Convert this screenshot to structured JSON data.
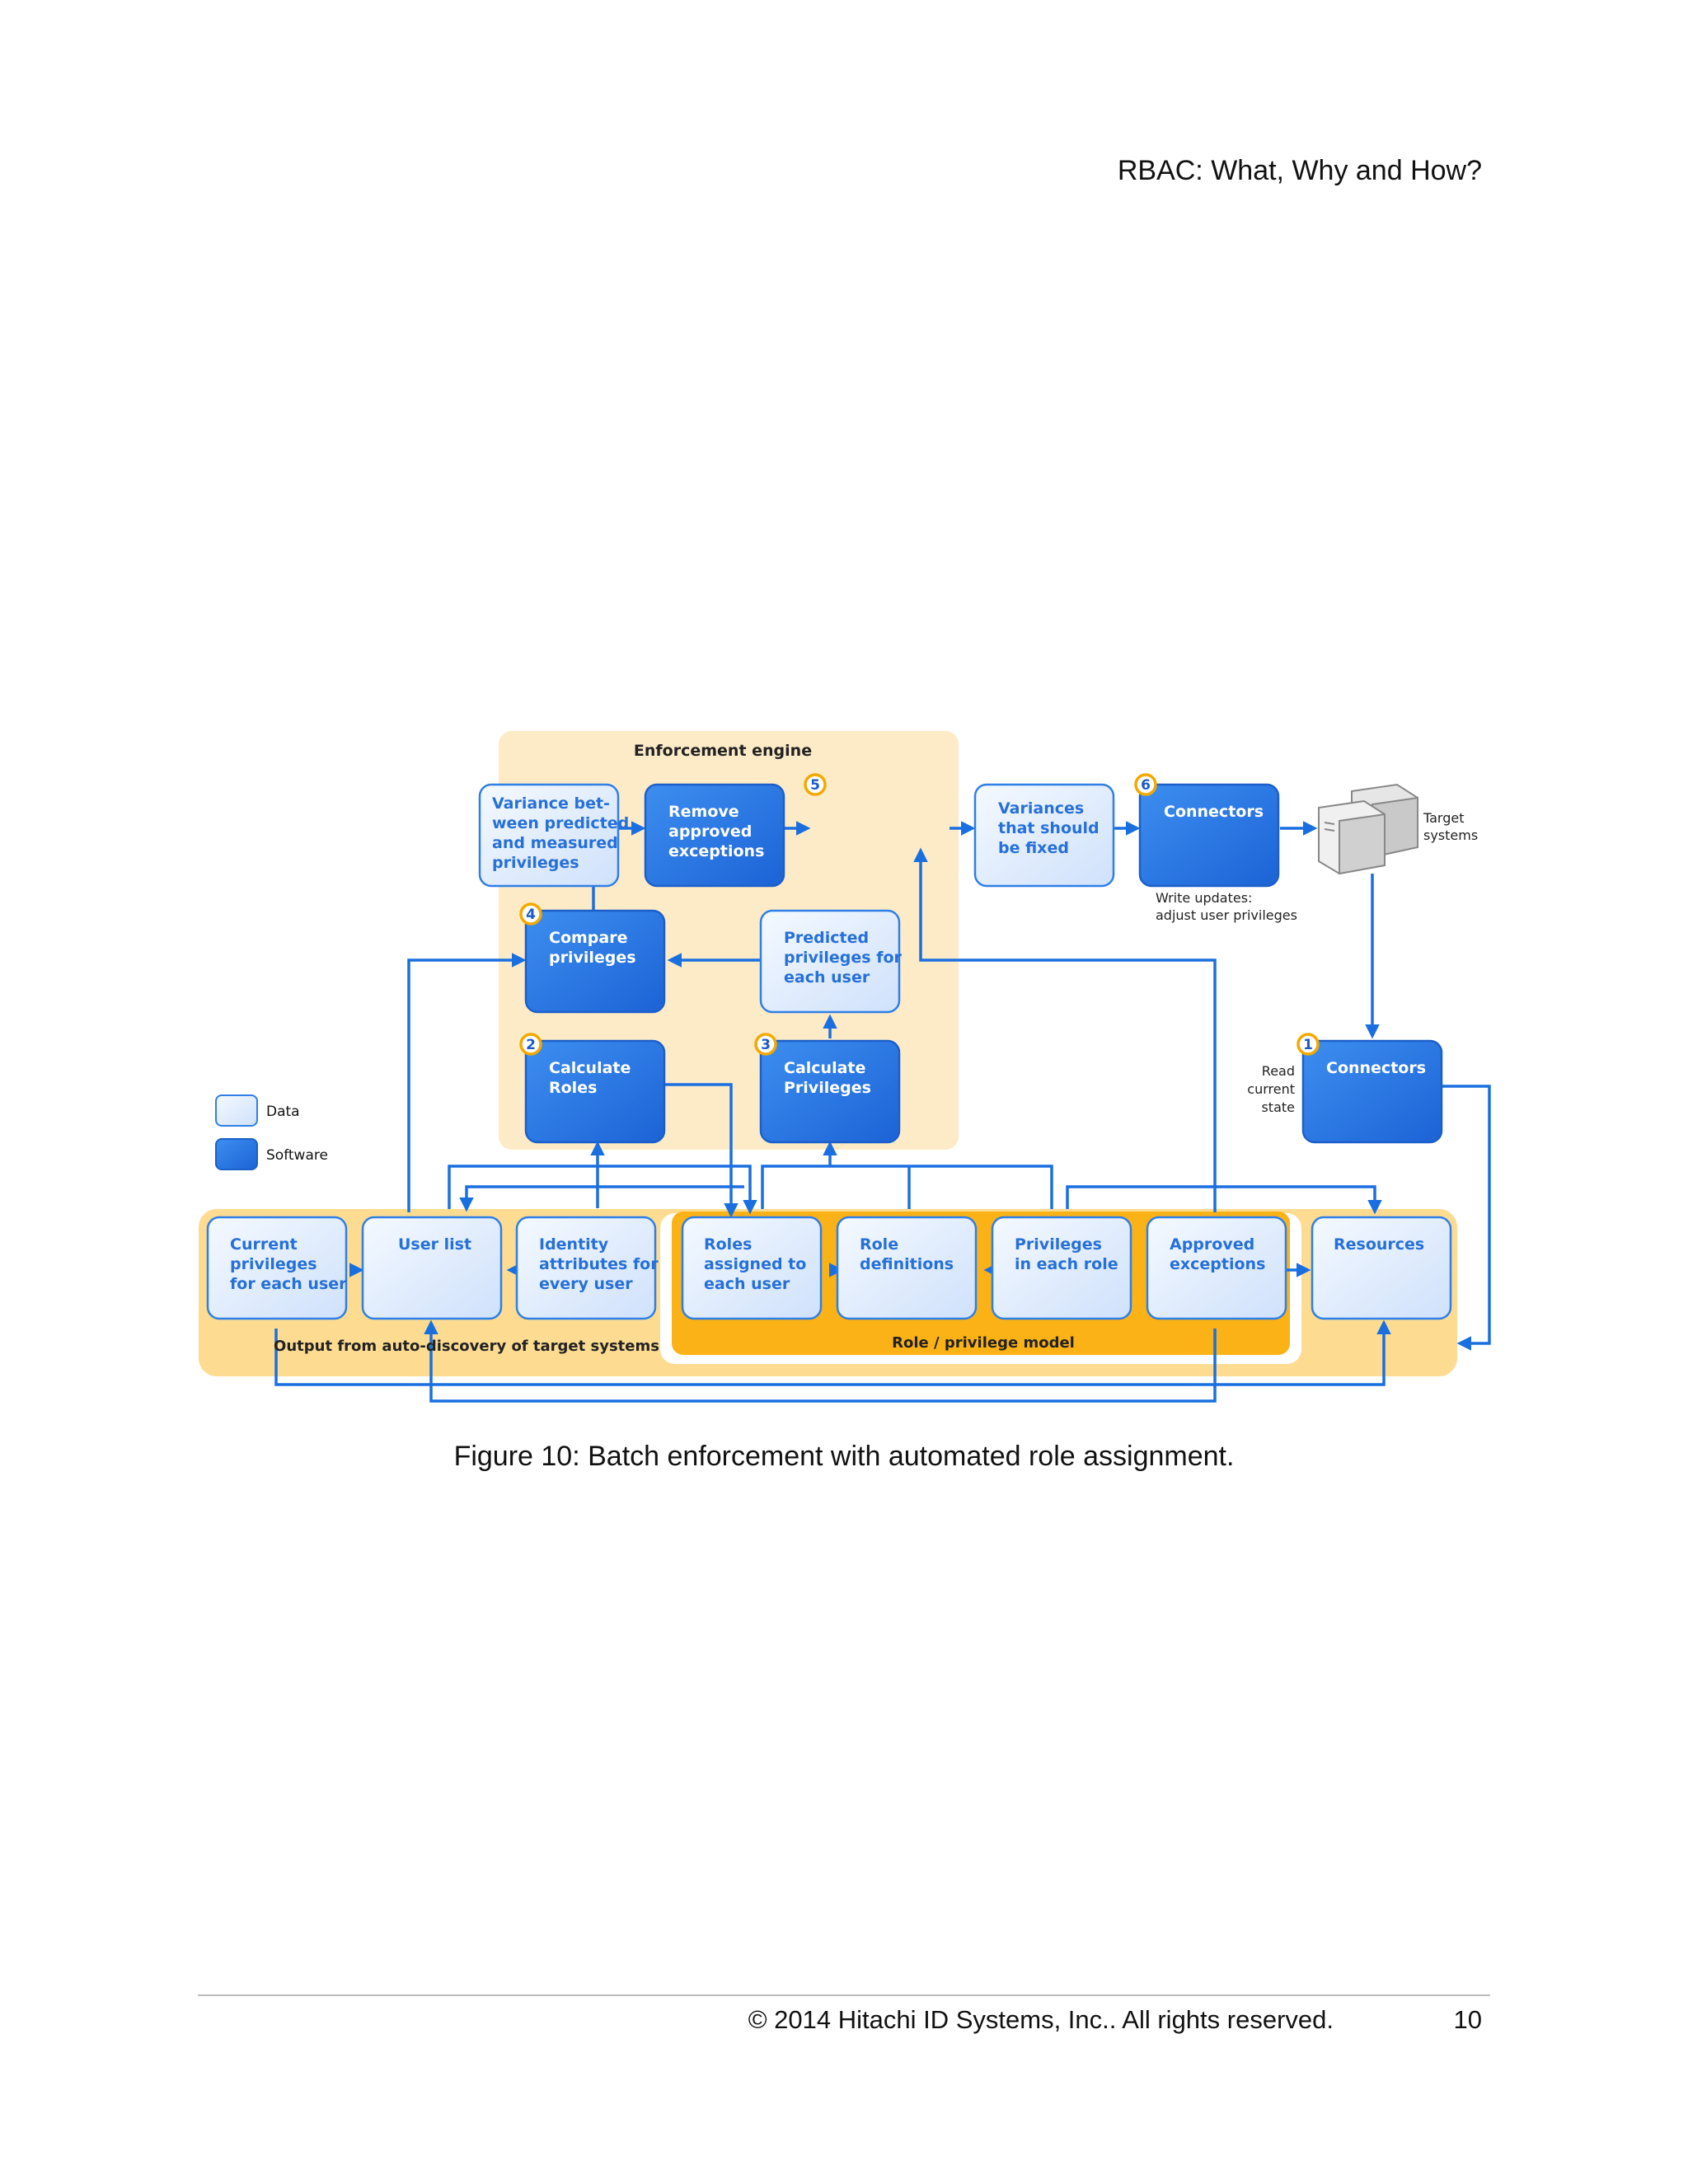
{
  "header": {
    "title": "RBAC: What, Why and How?"
  },
  "figure": {
    "caption": "Figure 10: Batch enforcement with automated role assignment.",
    "enforcement_engine_label": "Enforcement engine",
    "discovery_label": "Output from auto-discovery of target systems",
    "model_label": "Role / privilege model",
    "legend": {
      "data": "Data",
      "software": "Software"
    },
    "target_systems": [
      "Target",
      "systems"
    ],
    "write_updates": [
      "Write updates:",
      "adjust user privileges"
    ],
    "read_state": [
      "Read",
      "current",
      "state"
    ],
    "boxes": {
      "variance": [
        "Variance bet-",
        "ween predicted",
        "and measured",
        "privileges"
      ],
      "remove": [
        "Remove",
        "approved",
        "exceptions"
      ],
      "variances_fix": [
        "Variances",
        "that should",
        "be fixed"
      ],
      "connectors_write": [
        "Connectors"
      ],
      "compare": [
        "Compare",
        "privileges"
      ],
      "predicted": [
        "Predicted",
        "privileges for",
        "each user"
      ],
      "calc_roles": [
        "Calculate",
        "Roles"
      ],
      "calc_privs": [
        "Calculate",
        "Privileges"
      ],
      "connectors_read": [
        "Connectors"
      ],
      "current_privs": [
        "Current",
        "privileges",
        "for each user"
      ],
      "user_list": [
        "User list"
      ],
      "identity": [
        "Identity",
        "attributes for",
        "every user"
      ],
      "roles_assigned": [
        "Roles",
        "assigned to",
        "each user"
      ],
      "role_defs": [
        "Role",
        "definitions"
      ],
      "privs_role": [
        "Privileges",
        "in each role"
      ],
      "approved": [
        "Approved",
        "exceptions"
      ],
      "resources": [
        "Resources"
      ]
    },
    "step_numbers": {
      "compare": "4",
      "remove": "5",
      "connectors_write": "6",
      "calc_roles": "2",
      "calc_privs": "3",
      "connectors_read": "1"
    }
  },
  "footer": {
    "copyright": "© 2014 Hitachi ID Systems, Inc.. All rights reserved.",
    "page": "10"
  },
  "colors": {
    "software": "#2f7fe6",
    "data": "#e3efff",
    "arrow": "#1a6fe0",
    "engine_bg": "#fdebc8",
    "model_bg": "#fbb216",
    "discovery_bg": "#fddc92"
  }
}
